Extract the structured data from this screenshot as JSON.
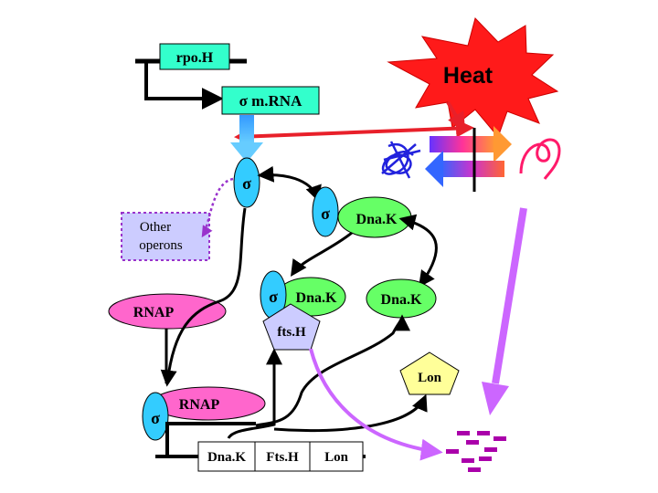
{
  "heat": {
    "label": "Heat",
    "color": "#ff1a1a"
  },
  "rpoH_gene": {
    "label": "rpo.H",
    "color": "#33ffcc"
  },
  "mrna": {
    "label": "σ m.RNA",
    "color": "#33ffcc"
  },
  "sigma_symbol": "σ",
  "other_operons": {
    "line1": "Other",
    "line2": "operons",
    "color": "#ccccff"
  },
  "dnak_bound": "Dna.K",
  "dnak_complex": "Dna.K",
  "dnak_free": "Dna.K",
  "ftsh_protease": "fts.H",
  "lon_protease": "Lon",
  "rnap_free": "RNAP",
  "rnap_holo": "RNAP",
  "operon_genes": [
    "Dna.K",
    "Fts.H",
    "Lon"
  ],
  "colors": {
    "sigma_fill": "#33ccff",
    "dnak_fill": "#66ff66",
    "rnap_fill": "#ff66cc",
    "ftsh_fill": "#ccccff",
    "lon_fill": "#ffff99",
    "degradation_arrow": "#cc66ff",
    "fragments": "#aa00aa",
    "translation_arrow": "#3399ff"
  }
}
